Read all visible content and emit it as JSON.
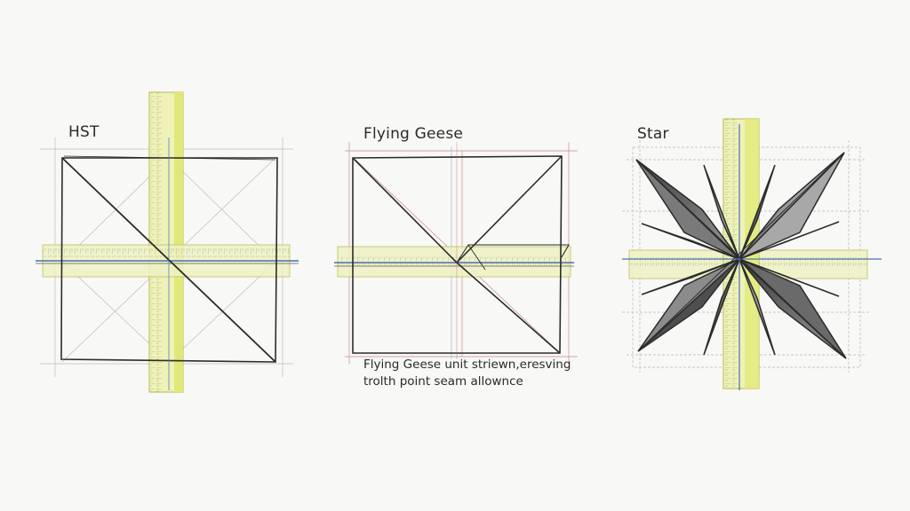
{
  "blocks": {
    "hst": {
      "label": "HST"
    },
    "flying_geese": {
      "label": "Flying Geese",
      "caption_line1": "Flying Geese unit striewn,eresving",
      "caption_line2": "trolth point seam allownce"
    },
    "star": {
      "label": "Star"
    }
  },
  "colors": {
    "pencil": "#2b2b2b",
    "red_guide": "#c45a5a",
    "blue_guide": "#4a6fb0",
    "ruler_yellow": "#e8ec9a",
    "ruler_line": "#b9bf3a",
    "star_shade_dark": "#555555",
    "star_shade_light": "#c8c8c8"
  }
}
